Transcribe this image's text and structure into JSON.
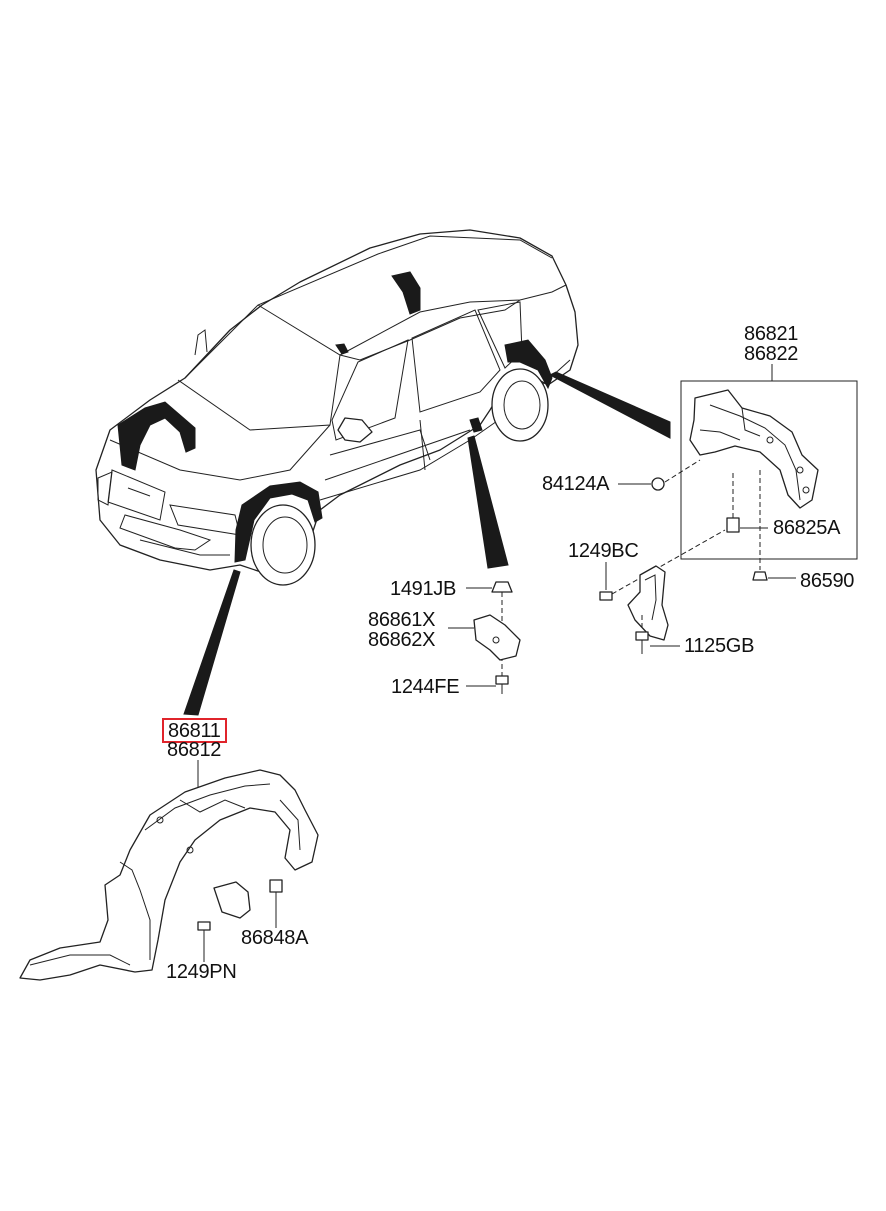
{
  "callouts": [
    {
      "id": "p86821",
      "text": "86821"
    },
    {
      "id": "p86822",
      "text": "86822"
    },
    {
      "id": "p84124A",
      "text": "84124A"
    },
    {
      "id": "p86825A",
      "text": "86825A"
    },
    {
      "id": "p1249BC",
      "text": "1249BC"
    },
    {
      "id": "p86590",
      "text": "86590"
    },
    {
      "id": "p1125GB",
      "text": "1125GB"
    },
    {
      "id": "p1491JB",
      "text": "1491JB"
    },
    {
      "id": "p86861X",
      "text": "86861X"
    },
    {
      "id": "p86862X",
      "text": "86862X"
    },
    {
      "id": "p1244FE",
      "text": "1244FE"
    },
    {
      "id": "p86811",
      "text": "86811",
      "highlighted": true
    },
    {
      "id": "p86812",
      "text": "86812"
    },
    {
      "id": "p86848A",
      "text": "86848A"
    },
    {
      "id": "p1249PN",
      "text": "1249PN"
    }
  ],
  "colors": {
    "line": "#222222",
    "fill_black": "#1a1a1a",
    "highlight": "#e0242b",
    "background": "#ffffff"
  }
}
